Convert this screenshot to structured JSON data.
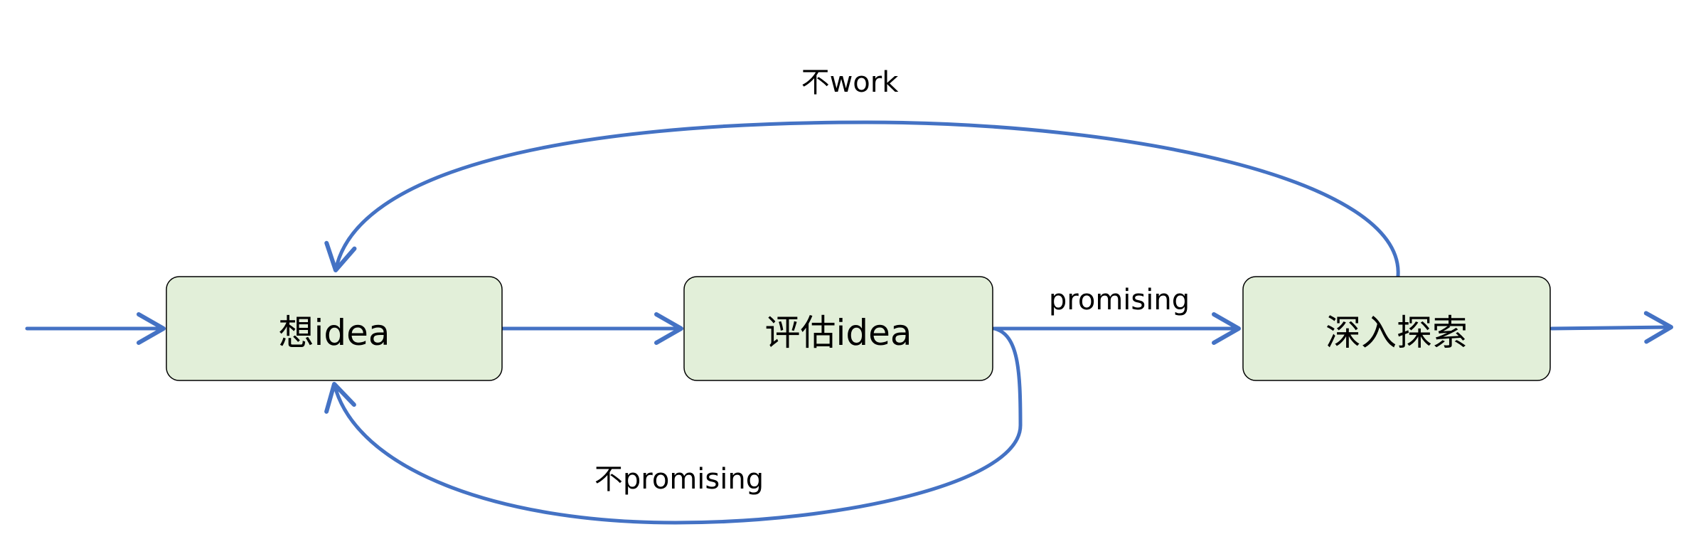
{
  "colors": {
    "edge": "#4472c4",
    "node_fill": "#e2efd9",
    "node_border": "#000000"
  },
  "nodes": {
    "think": {
      "label": "想idea"
    },
    "evaluate": {
      "label": "评估idea"
    },
    "explore": {
      "label": "深入探索"
    }
  },
  "edges": {
    "not_work": {
      "label": "不work"
    },
    "promising": {
      "label": "promising"
    },
    "not_promising": {
      "label": "不promising"
    }
  }
}
